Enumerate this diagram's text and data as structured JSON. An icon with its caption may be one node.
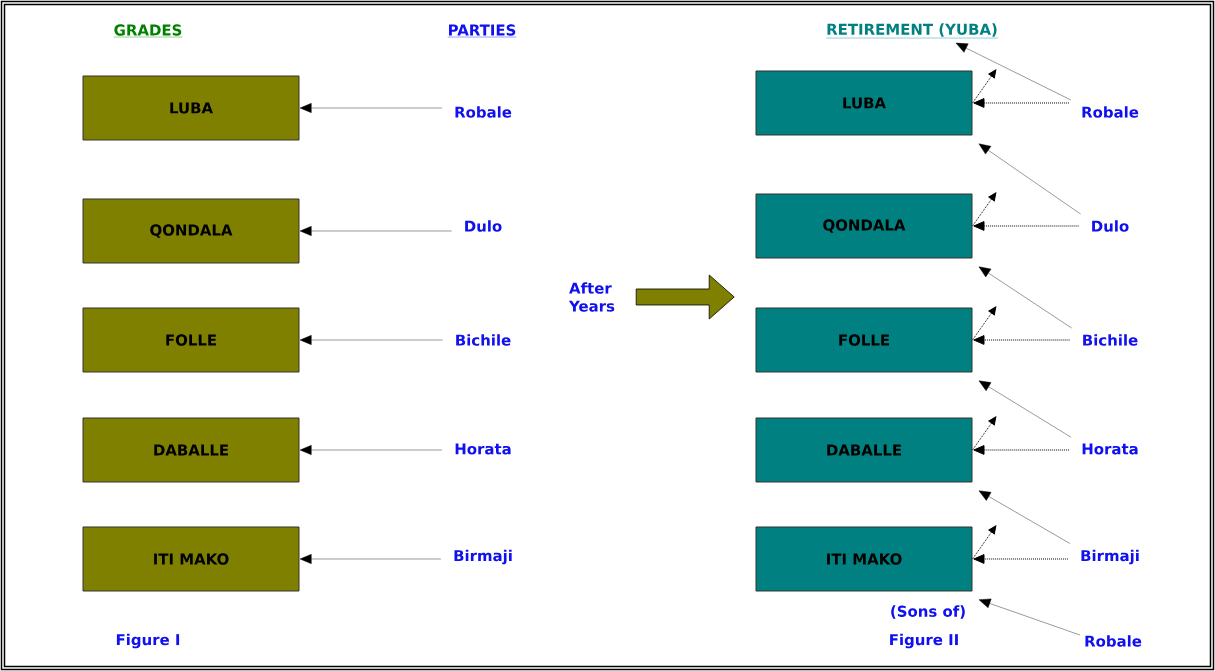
{
  "diagram": {
    "nodes": [
      {
        "text": [
          "LUBA"
        ]
      },
      {
        "text": [
          "QONDALA"
        ]
      },
      {
        "text": [
          "FOLLE"
        ]
      },
      {
        "text": [
          "DABALLE"
        ]
      },
      {
        "text": [
          "ITI MAKO"
        ]
      },
      {
        "text": [
          "Robale"
        ]
      },
      {
        "text": [
          "Dulo"
        ]
      },
      {
        "text": [
          "Bichile"
        ]
      },
      {
        "text": [
          "Horata"
        ]
      },
      {
        "text": [
          "Birmaji"
        ]
      },
      {
        "text": [
          "After Years"
        ]
      },
      {
        "text": [
          "RETIREMENT (YUBA)"
        ]
      },
      {
        "text": [
          "LUBA"
        ]
      },
      {
        "text": [
          "QONDALA"
        ]
      },
      {
        "text": [
          "FOLLE"
        ]
      },
      {
        "text": [
          "DABALLE"
        ]
      },
      {
        "text": [
          "ITI MAKO"
        ]
      },
      {
        "text": [
          "Robale"
        ]
      },
      {
        "text": [
          "Dulo"
        ]
      },
      {
        "text": [
          "Bichile"
        ]
      },
      {
        "text": [
          "Horata"
        ]
      },
      {
        "text": [
          "Birmaji"
        ]
      },
      {
        "text": [
          "Robale"
        ]
      }
    ],
    "edges": [
      {
        "from": 5,
        "to": 0,
        "arrow": "to"
      },
      {
        "from": 6,
        "to": 1,
        "arrow": "to"
      },
      {
        "from": 7,
        "to": 2,
        "arrow": "to"
      },
      {
        "from": 8,
        "to": 3,
        "arrow": "to"
      },
      {
        "from": 9,
        "to": 4,
        "arrow": "to"
      },
      {
        "from": 17,
        "to": 12,
        "arrow": "to",
        "style": "dashed"
      },
      {
        "from": 18,
        "to": 13,
        "arrow": "to",
        "style": "dashed"
      },
      {
        "from": 19,
        "to": 14,
        "arrow": "to",
        "style": "dashed"
      },
      {
        "from": 20,
        "to": 15,
        "arrow": "to",
        "style": "dashed"
      },
      {
        "from": 21,
        "to": 16,
        "arrow": "to",
        "style": "dashed"
      },
      {
        "from": 17,
        "to": 11,
        "arrow": "to"
      },
      {
        "from": 18,
        "to": 12,
        "arrow": "to"
      },
      {
        "from": 19,
        "to": 13,
        "arrow": "to"
      },
      {
        "from": 20,
        "to": 14,
        "arrow": "to"
      },
      {
        "from": 21,
        "to": 15,
        "arrow": "to"
      },
      {
        "from": 22,
        "to": 16,
        "arrow": "to"
      },
      {
        "from": 12,
        "to": null,
        "arrow": "to",
        "style": "dashed"
      },
      {
        "from": 13,
        "to": null,
        "arrow": "to",
        "style": "dashed"
      },
      {
        "from": 14,
        "to": null,
        "arrow": "to",
        "style": "dashed"
      },
      {
        "from": 15,
        "to": null,
        "arrow": "to",
        "style": "dashed"
      },
      {
        "from": 16,
        "to": null,
        "arrow": "to",
        "style": "dashed"
      },
      {
        "from": 10,
        "to": null,
        "arrow": "to",
        "style": "thick",
        "color": "#808000"
      }
    ],
    "labels": [
      "GRADES",
      "PARTIES",
      "Figure I",
      "(Sons of)",
      "Figure II"
    ]
  }
}
